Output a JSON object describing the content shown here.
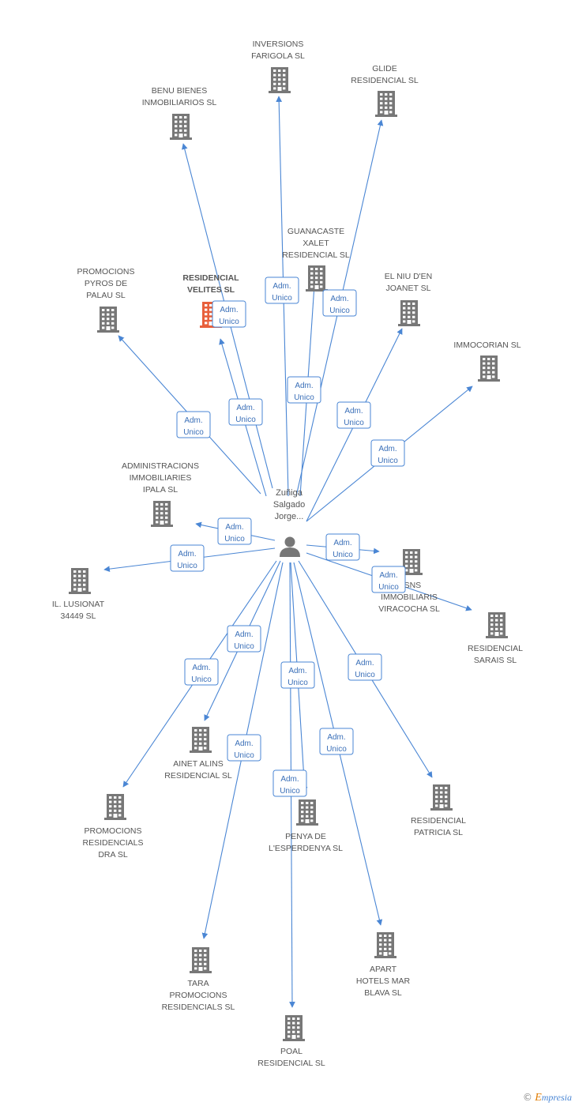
{
  "person": {
    "name_lines": [
      "Zuñiga",
      "Salgado",
      "Jorge..."
    ],
    "icon": "person-icon"
  },
  "edge_label": [
    "Adm.",
    "Unico"
  ],
  "companies": [
    {
      "id": "inversions-farigola",
      "label": [
        "INVERSIONS",
        "FARIGOLA SL"
      ],
      "main": false
    },
    {
      "id": "glide-residencial",
      "label": [
        "GLIDE",
        "RESIDENCIAL SL"
      ],
      "main": false
    },
    {
      "id": "benu-bienes",
      "label": [
        "BENU BIENES",
        "INMOBILIARIOS SL"
      ],
      "main": false
    },
    {
      "id": "guanacaste-xalet",
      "label": [
        "GUANACASTE",
        "XALET",
        "RESIDENCIAL SL"
      ],
      "main": false
    },
    {
      "id": "residencial-velites",
      "label": [
        "RESIDENCIAL",
        "VELITES SL"
      ],
      "main": true
    },
    {
      "id": "promocions-pyros",
      "label": [
        "PROMOCIONS",
        "PYROS DE",
        "PALAU SL"
      ],
      "main": false
    },
    {
      "id": "el-niu-joanet",
      "label": [
        "EL NIU D'EN",
        "JOANET SL"
      ],
      "main": false
    },
    {
      "id": "immocorian",
      "label": [
        "IMMOCORIAN SL"
      ],
      "main": false
    },
    {
      "id": "administracions-ipala",
      "label": [
        "ADMINISTRACIONS",
        "IMMOBILIARIES",
        "IPALA SL"
      ],
      "main": false
    },
    {
      "id": "lusionat",
      "label": [
        "IL. LUSIONAT",
        "34449 SL"
      ],
      "main": false
    },
    {
      "id": "viracocha",
      "label": [
        "...SNS",
        "IMMOBILIARIS",
        "VIRACOCHA SL"
      ],
      "main": false
    },
    {
      "id": "residencial-sarais",
      "label": [
        "RESIDENCIAL",
        "SARAIS SL"
      ],
      "main": false
    },
    {
      "id": "ainet-alins",
      "label": [
        "AINET ALINS",
        "RESIDENCIAL SL"
      ],
      "main": false
    },
    {
      "id": "promocions-dra",
      "label": [
        "PROMOCIONS",
        "RESIDENCIALS",
        "DRA SL"
      ],
      "main": false
    },
    {
      "id": "penya-esperdenya",
      "label": [
        "PENYA DE",
        "L'ESPERDENYA SL"
      ],
      "main": false
    },
    {
      "id": "residencial-patricia",
      "label": [
        "RESIDENCIAL",
        "PATRICIA SL"
      ],
      "main": false
    },
    {
      "id": "apart-hotels",
      "label": [
        "APART",
        "HOTELS MAR",
        "BLAVA SL"
      ],
      "main": false
    },
    {
      "id": "tara-promocions",
      "label": [
        "TARA",
        "PROMOCIONS",
        "RESIDENCIALS SL"
      ],
      "main": false
    },
    {
      "id": "poal-residencial",
      "label": [
        "POAL",
        "RESIDENCIAL SL"
      ],
      "main": false
    }
  ],
  "colors": {
    "edge": "#4a86d4",
    "building": "#777777",
    "main_building": "#e8603c",
    "badge_text": "#3a6fb8"
  },
  "footer": {
    "copyright": "©",
    "brand_initial": "E",
    "brand_rest": "mpresia"
  }
}
